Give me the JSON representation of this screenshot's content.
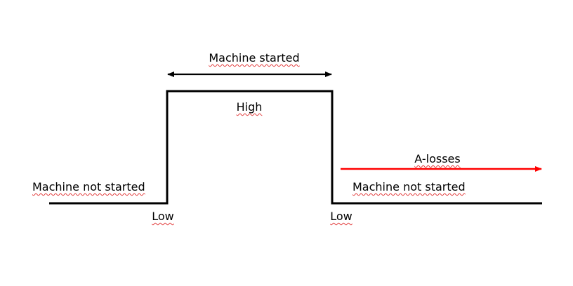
{
  "labels": {
    "machine_started": "Machine started",
    "high": "High",
    "a_losses": "A-losses",
    "machine_not_started_left": "Machine not started",
    "machine_not_started_right": "Machine not started",
    "low_left": "Low",
    "low_right": "Low"
  },
  "colors": {
    "signal": "#000000",
    "losses_arrow": "#ff0000",
    "spellcheck_underline": "#e23b3b"
  }
}
